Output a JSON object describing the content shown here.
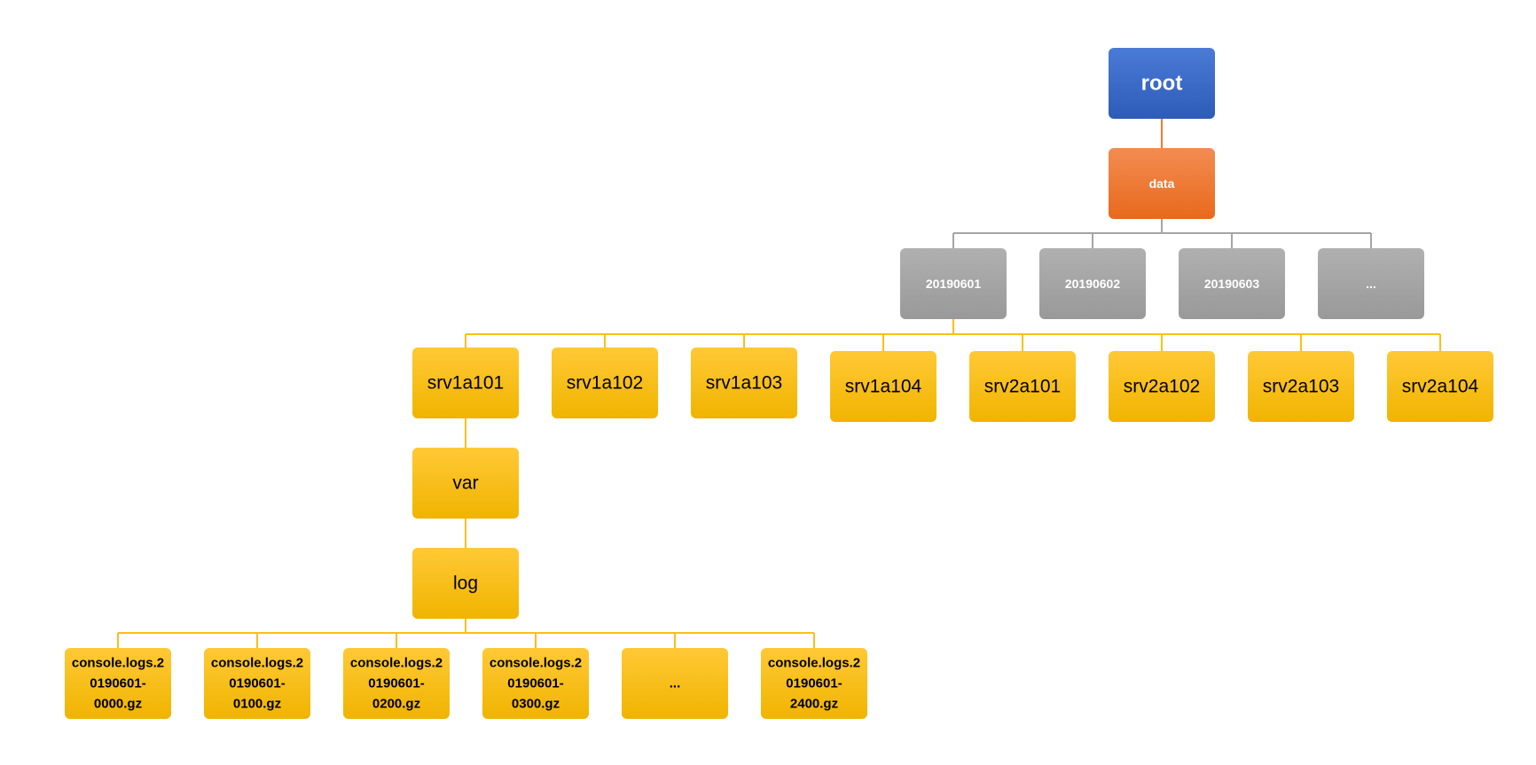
{
  "colors": {
    "root": "#3364c4",
    "data": "#ed7125",
    "date": "#a3a3a3",
    "server": "#fbbf16",
    "connector_orange": "#ed7d31",
    "connector_gray": "#a5a5a5",
    "connector_yellow": "#fbbf16"
  },
  "tree": {
    "root": "root",
    "data": "data",
    "dates": [
      "20190601",
      "20190602",
      "20190603",
      "..."
    ],
    "servers": [
      "srv1a101",
      "srv1a102",
      "srv1a103",
      "srv1a104",
      "srv2a101",
      "srv2a102",
      "srv2a103",
      "srv2a104"
    ],
    "var": "var",
    "log": "log",
    "files": [
      [
        "console.logs.2",
        "0190601-",
        "0000.gz"
      ],
      [
        "console.logs.2",
        "0190601-",
        "0100.gz"
      ],
      [
        "console.logs.2",
        "0190601-",
        "0200.gz"
      ],
      [
        "console.logs.2",
        "0190601-",
        "0300.gz"
      ],
      [
        "..."
      ],
      [
        "console.logs.2",
        "0190601-",
        "2400.gz"
      ]
    ]
  }
}
